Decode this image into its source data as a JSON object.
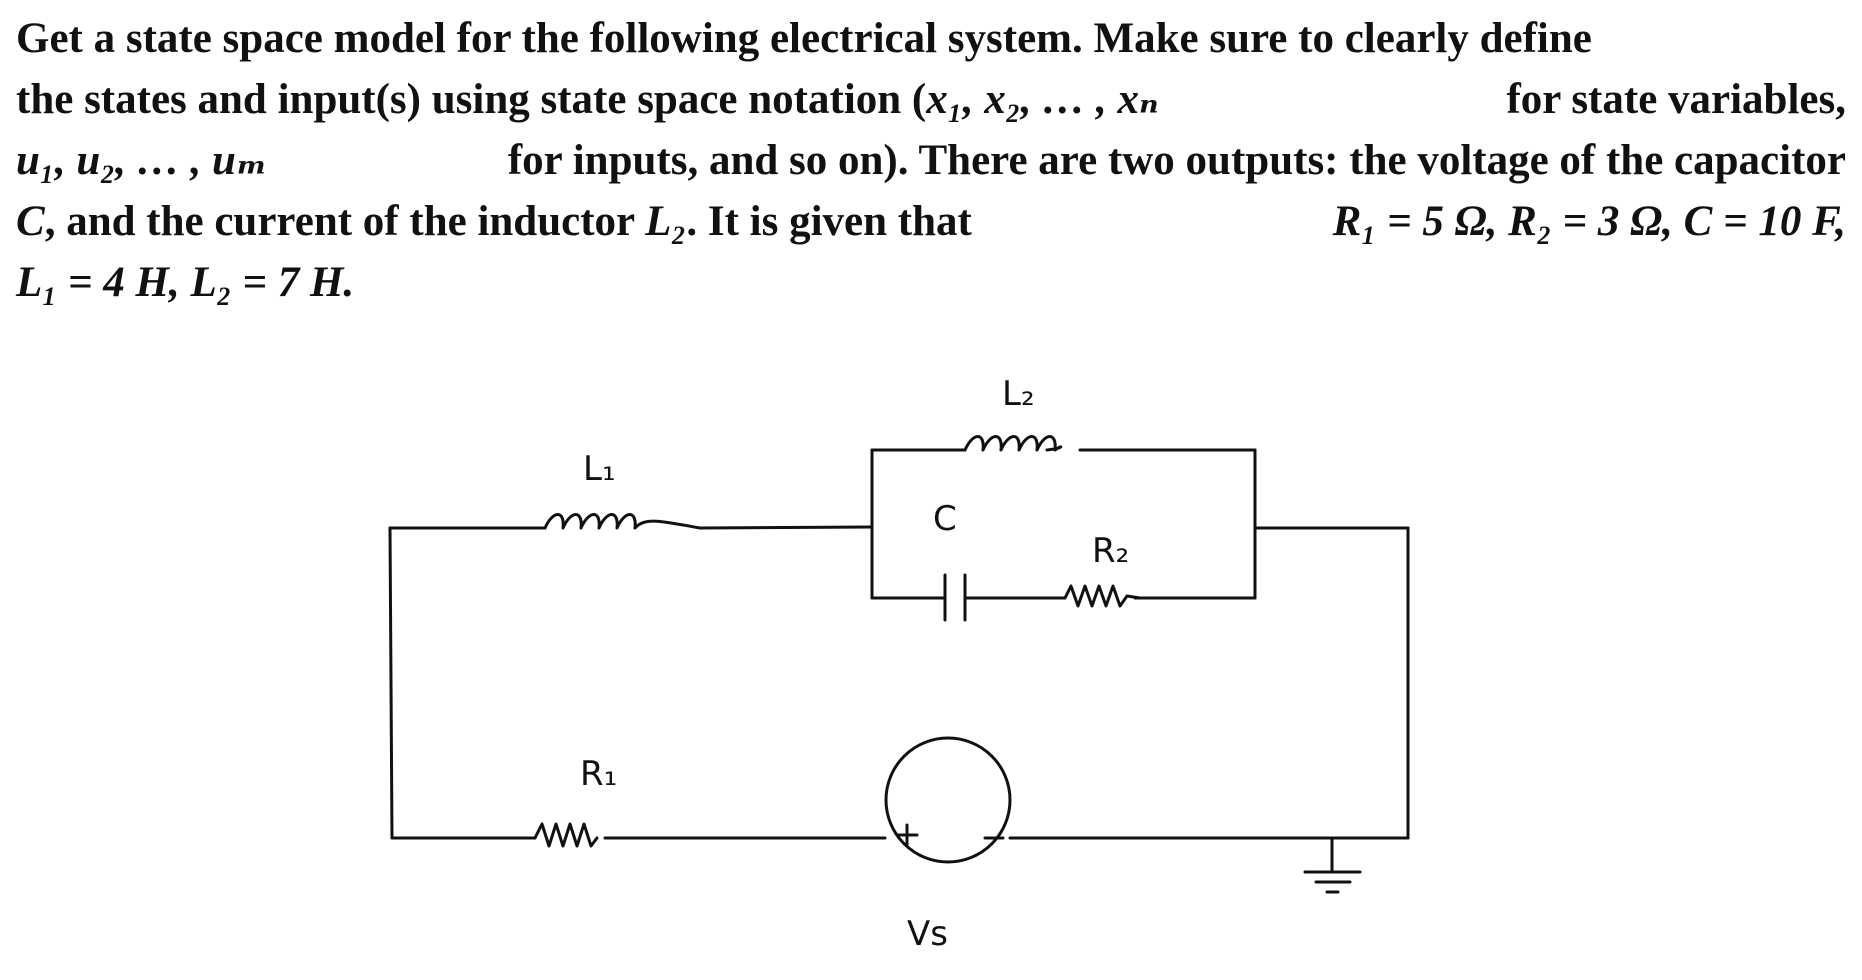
{
  "problem": {
    "line1": "Get a state space model for the following electrical system. Make sure to clearly define",
    "line2_a": "the states and input(s) using state space notation (",
    "line2_math": "x₁, x₂, … , xₙ",
    "line2_b": "for state variables,",
    "line3_math": "u₁, u₂, … , uₘ",
    "line3_a": "for inputs, and so on). There are two outputs: the voltage of the capacitor",
    "line4_c": "C",
    "line4_a": ", and the current of the inductor",
    "line4_l2": "L₂",
    "line4_b": ". It is given that",
    "line4_params": "R₁ = 5 Ω, R₂ = 3 Ω, C = 10 F,",
    "line5_params": "L₁ = 4 H, L₂ = 7 H."
  },
  "circuit": {
    "labels": {
      "L1": "L₁",
      "L2": "L₂",
      "C": "C",
      "R1": "R₁",
      "R2": "R₂",
      "Vs": "Vs",
      "plus": "+",
      "minus": "−"
    }
  },
  "colors": {
    "ink": "#111111",
    "background": "#ffffff"
  }
}
